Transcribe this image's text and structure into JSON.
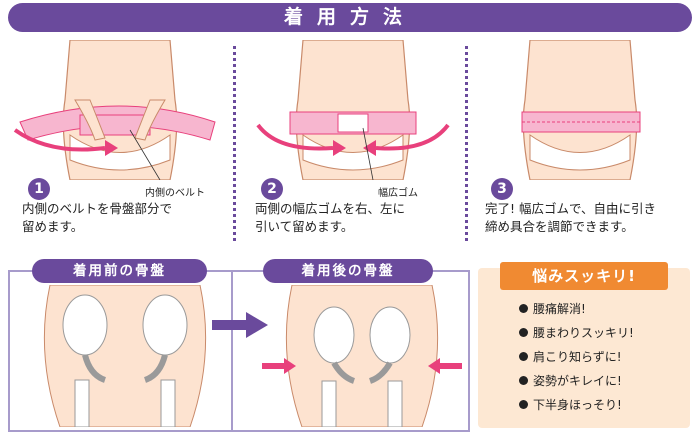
{
  "banner": {
    "title": "着用方法"
  },
  "steps": [
    {
      "number": "1",
      "text": "内側のベルトを骨盤部分で\n留めます。",
      "callout": "内側のベルト"
    },
    {
      "number": "2",
      "text": "両側の幅広ゴムを右、左に\n引いて留めます。",
      "callout": "幅広ゴム"
    },
    {
      "number": "3",
      "text": "完了! 幅広ゴムで、自由に引き\n締め具合を調節できます。"
    }
  ],
  "panels": {
    "before": "着用前の骨盤",
    "after": "着用後の骨盤"
  },
  "worry": {
    "title": "悩みスッキリ!",
    "items": [
      "腰痛解消!",
      "腰まわりスッキリ!",
      "肩こり知らずに!",
      "姿勢がキレイに!",
      "下半身ほっそり!"
    ]
  },
  "colors": {
    "purple": "#6a4a9c",
    "pink": "#e8407c",
    "orange": "#f08a32",
    "skin": "#fde3d0"
  }
}
